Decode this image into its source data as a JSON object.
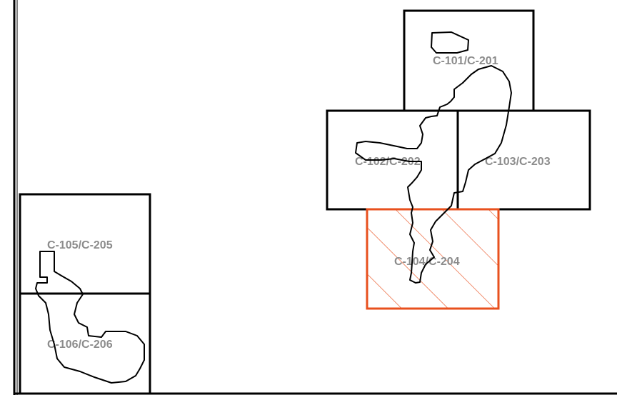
{
  "sheets": {
    "s101": {
      "label": "C-101/C-201"
    },
    "s102": {
      "label": "C-102/C-202"
    },
    "s103": {
      "label": "C-103/C-203"
    },
    "s104": {
      "label": "C-104/C-204",
      "highlighted": true
    },
    "s105": {
      "label": "C-105/C-205"
    },
    "s106": {
      "label": "C-106/C-206"
    }
  },
  "colors": {
    "outline": "#000000",
    "label": "#8c8c8c",
    "highlight": "#e8501e"
  }
}
